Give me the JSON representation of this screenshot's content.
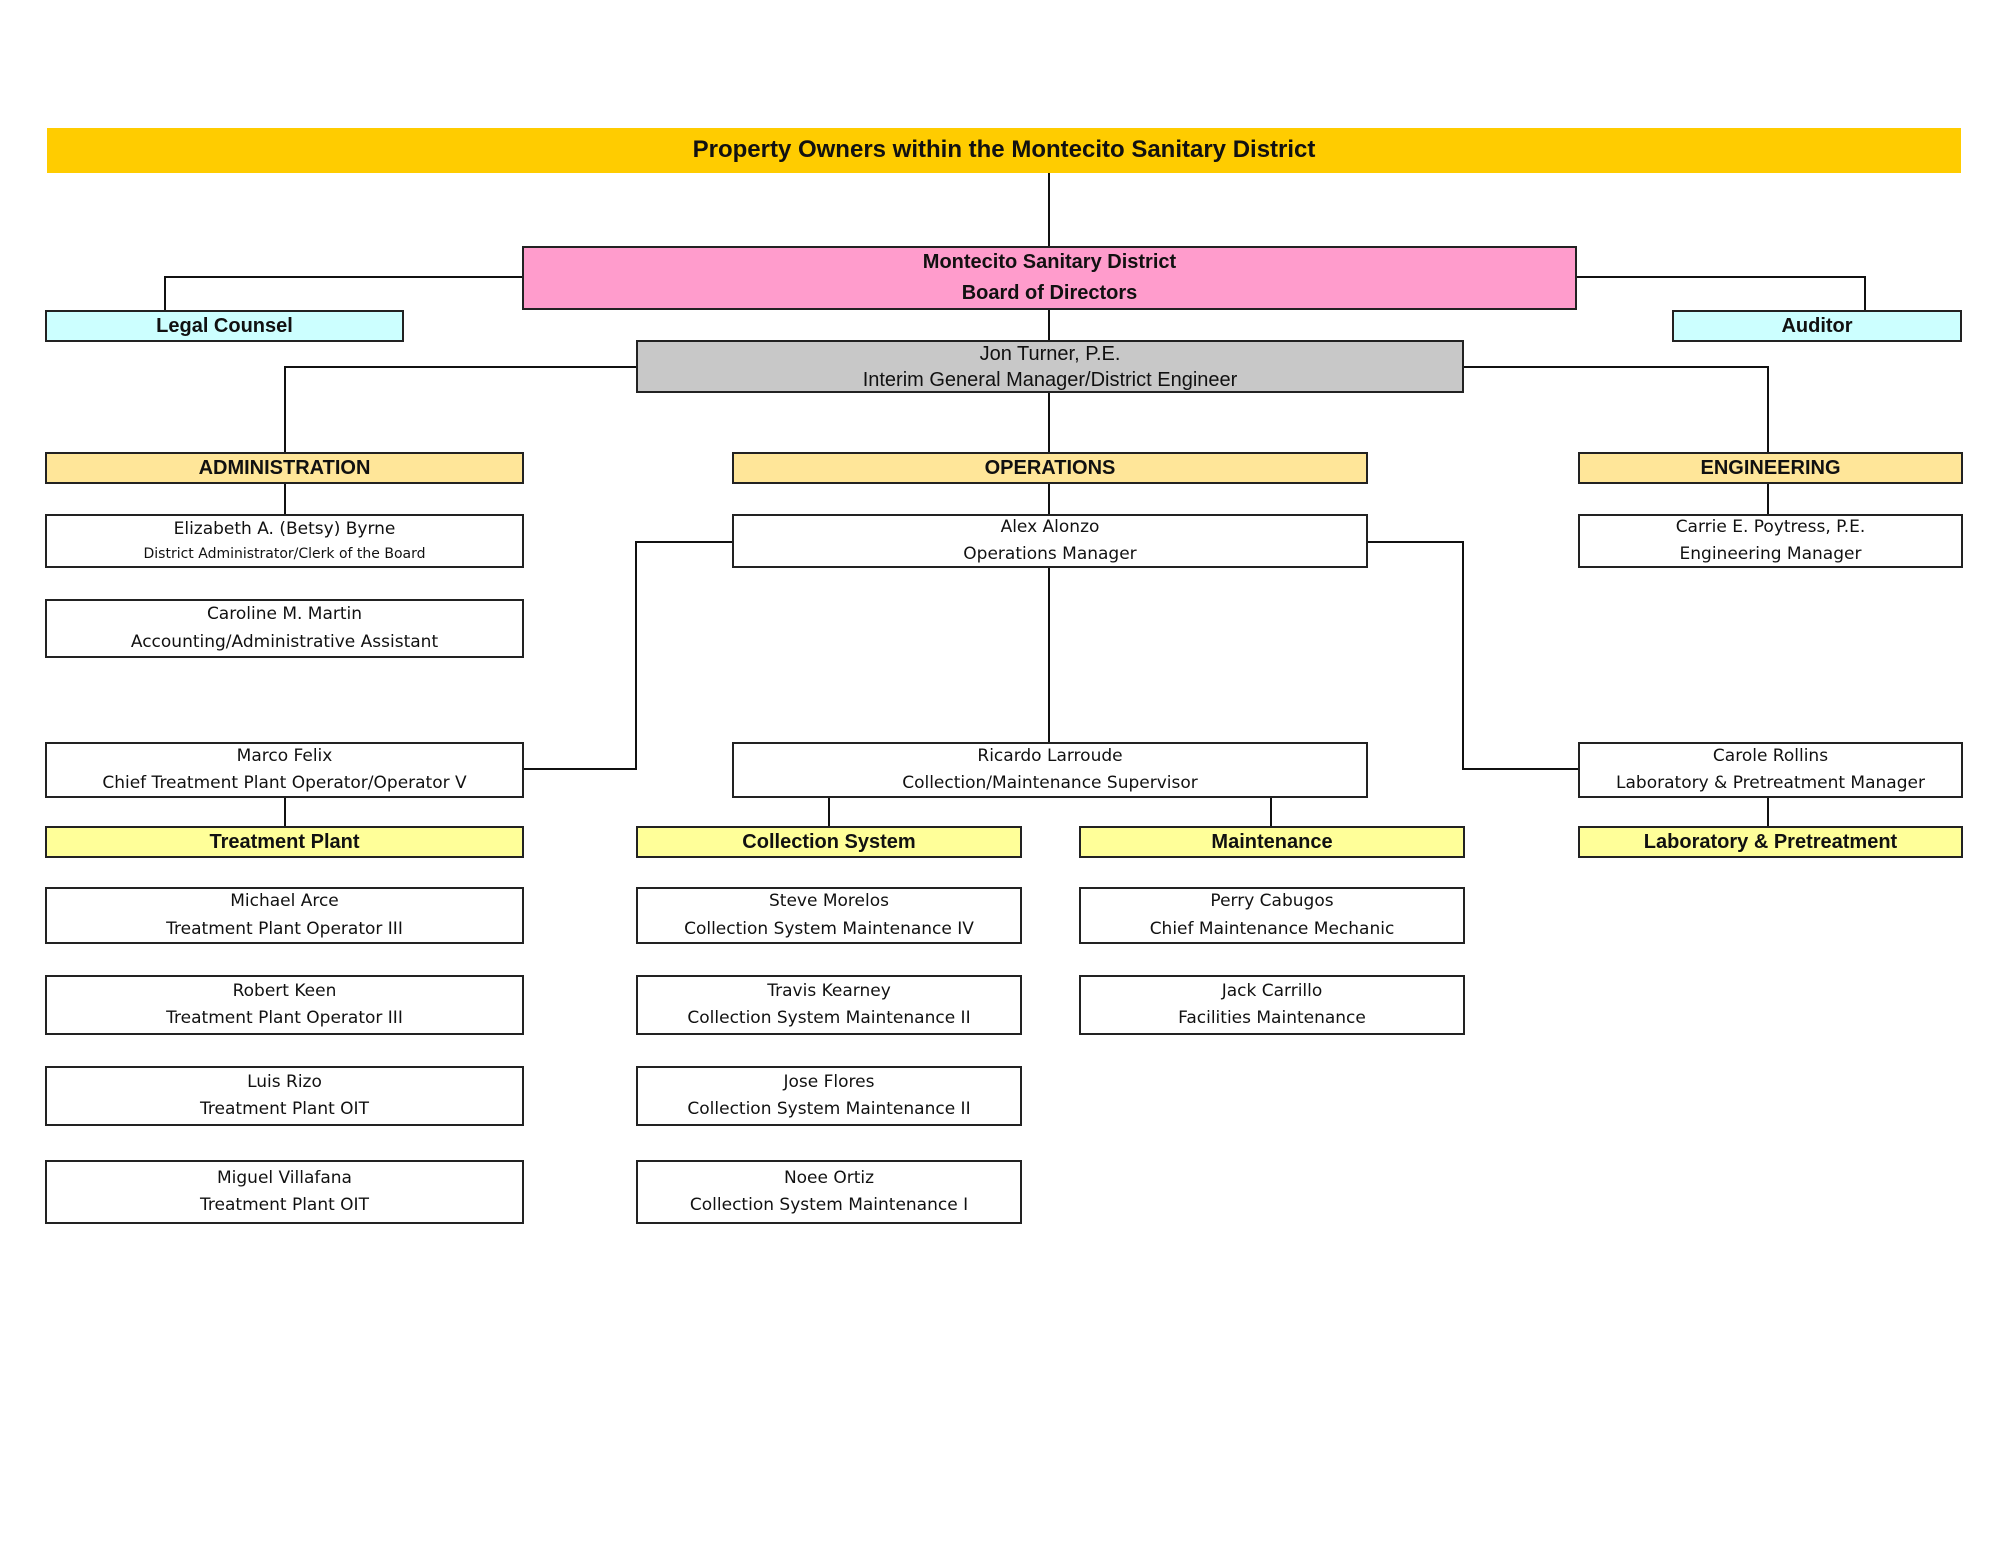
{
  "title": "Property Owners within the Montecito Sanitary District",
  "board": {
    "line1": "Montecito Sanitary District",
    "line2": "Board of Directors"
  },
  "legal_counsel": "Legal Counsel",
  "auditor": "Auditor",
  "general_manager": {
    "name": "Jon Turner, P.E.",
    "title": "Interim General Manager/District Engineer"
  },
  "departments": {
    "administration": "ADMINISTRATION",
    "operations": "OPERATIONS",
    "engineering": "ENGINEERING"
  },
  "administration_staff": [
    {
      "name": "Elizabeth A. (Betsy) Byrne",
      "title": "District Administrator/Clerk of the Board"
    },
    {
      "name": "Caroline M. Martin",
      "title": "Accounting/Administrative Assistant"
    }
  ],
  "operations_manager": {
    "name": "Alex Alonzo",
    "title": "Operations Manager"
  },
  "engineering_manager": {
    "name": "Carrie E. Poytress, P.E.",
    "title": "Engineering Manager"
  },
  "chief_operator": {
    "name": "Marco Felix",
    "title": "Chief Treatment Plant Operator/Operator V"
  },
  "collection_supervisor": {
    "name": "Ricardo Larroude",
    "title": "Collection/Maintenance Supervisor"
  },
  "lab_manager": {
    "name": "Carole Rollins",
    "title": "Laboratory & Pretreatment Manager"
  },
  "units": {
    "treatment_plant": "Treatment Plant",
    "collection_system": "Collection System",
    "maintenance": "Maintenance",
    "laboratory": "Laboratory & Pretreatment"
  },
  "treatment_staff": [
    {
      "name": "Michael Arce",
      "title": "Treatment Plant Operator III"
    },
    {
      "name": "Robert Keen",
      "title": "Treatment Plant Operator III"
    },
    {
      "name": "Luis Rizo",
      "title": "Treatment Plant OIT"
    },
    {
      "name": "Miguel Villafana",
      "title": "Treatment Plant OIT"
    }
  ],
  "collection_staff": [
    {
      "name": "Steve Morelos",
      "title": "Collection System Maintenance IV"
    },
    {
      "name": "Travis Kearney",
      "title": "Collection System Maintenance II"
    },
    {
      "name": "Jose Flores",
      "title": "Collection System Maintenance II"
    },
    {
      "name": "Noee Ortiz",
      "title": "Collection System Maintenance I"
    }
  ],
  "maintenance_staff": [
    {
      "name": "Perry Cabugos",
      "title": "Chief Maintenance Mechanic"
    },
    {
      "name": "Jack Carrillo",
      "title": "Facilities Maintenance"
    }
  ]
}
